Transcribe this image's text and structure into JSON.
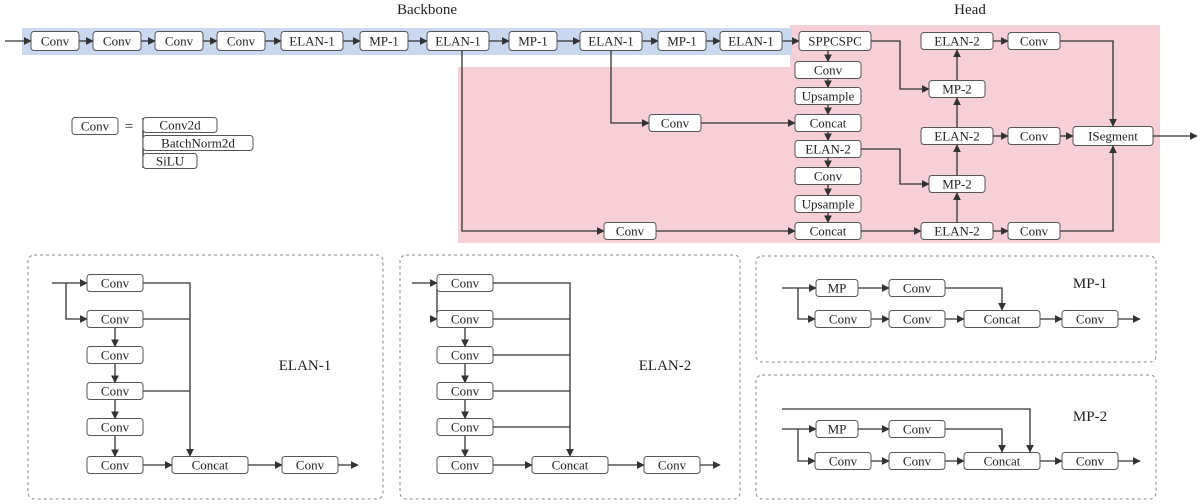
{
  "headings": {
    "backbone": "Backbone",
    "head": "Head"
  },
  "panel_titles": {
    "elan1": "ELAN-1",
    "elan2": "ELAN-2",
    "mp1": "MP-1",
    "mp2": "MP-2"
  },
  "blocks": {
    "conv": "Conv",
    "elan1": "ELAN-1",
    "elan2": "ELAN-2",
    "mp1": "MP-1",
    "mp2": "MP-2",
    "mp": "MP",
    "sppcspc": "SPPCSPC",
    "upsample": "Upsample",
    "concat": "Concat",
    "isegment": "ISegment"
  },
  "legend": {
    "conv": "Conv",
    "equals": "=",
    "items": [
      "Conv2d",
      "BatchNorm2d",
      "SiLU"
    ]
  },
  "colors": {
    "backbone_fill": "#c9d8ef",
    "head_fill": "#f7d0d7",
    "block_fill": "#ffffff",
    "block_stroke": "#555555",
    "wire": "#333333",
    "panel_border": "#888888"
  }
}
